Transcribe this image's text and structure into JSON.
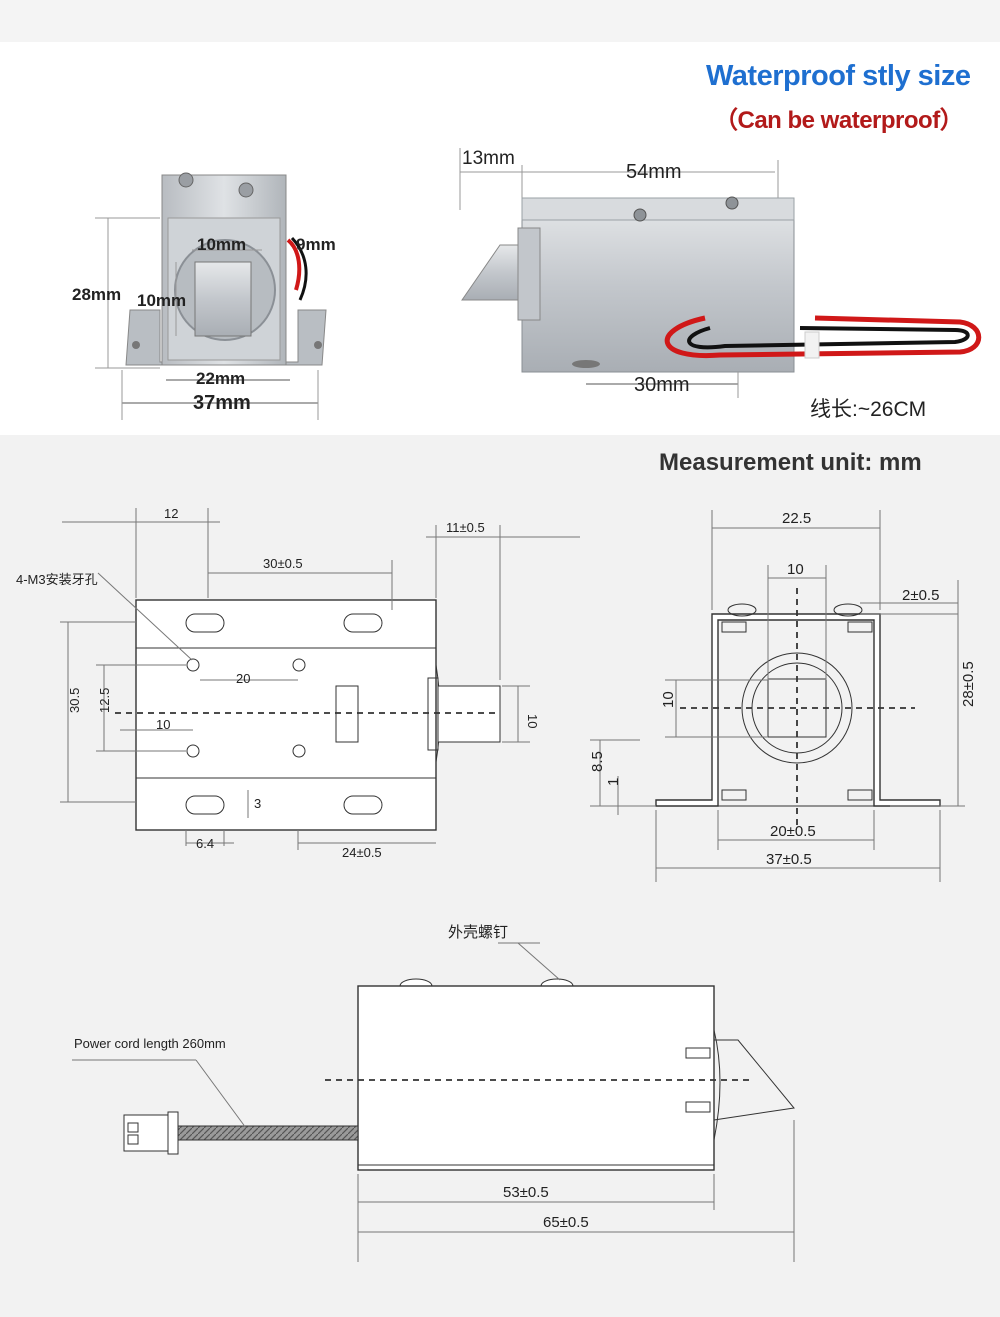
{
  "header": {
    "title": "Waterproof stly size",
    "subtitle": "（Can be waterproof）"
  },
  "photo_labels": {
    "front_28": "28mm",
    "front_10_top": "10mm",
    "front_9": "9mm",
    "front_10_side": "10mm",
    "front_22": "22mm",
    "front_37": "37mm",
    "side_13": "13mm",
    "side_54": "54mm",
    "side_30": "30mm",
    "wire_length": "线长:~26CM"
  },
  "measurement_unit": "Measurement unit: mm",
  "top_view": {
    "d12": "12",
    "d11": "11±0.5",
    "d30": "30±0.5",
    "screw_note": "4-M3安装牙孔",
    "d20": "20",
    "d30_5": "30.5",
    "d12_5": "12.5",
    "d10_inner": "10",
    "d10_plunger": "10",
    "d3": "3",
    "d6_4": "6.4",
    "d24": "24±0.5"
  },
  "end_view": {
    "d22_5": "22.5",
    "d10_top": "10",
    "d2": "2±0.5",
    "d10_left": "10",
    "d28": "28±0.5",
    "d8_5": "8.5",
    "d1": "1",
    "d20": "20±0.5",
    "d37": "37±0.5"
  },
  "side_view": {
    "shell_screw": "外壳螺钉",
    "power_cord": "Power cord length 260mm",
    "d53": "53±0.5",
    "d65": "65±0.5"
  },
  "colors": {
    "title_blue": "#1e6fd0",
    "subtitle_red": "#b21a1a",
    "wire_red": "#d01818",
    "wire_black": "#111111",
    "metal": "#c9cdd2"
  }
}
